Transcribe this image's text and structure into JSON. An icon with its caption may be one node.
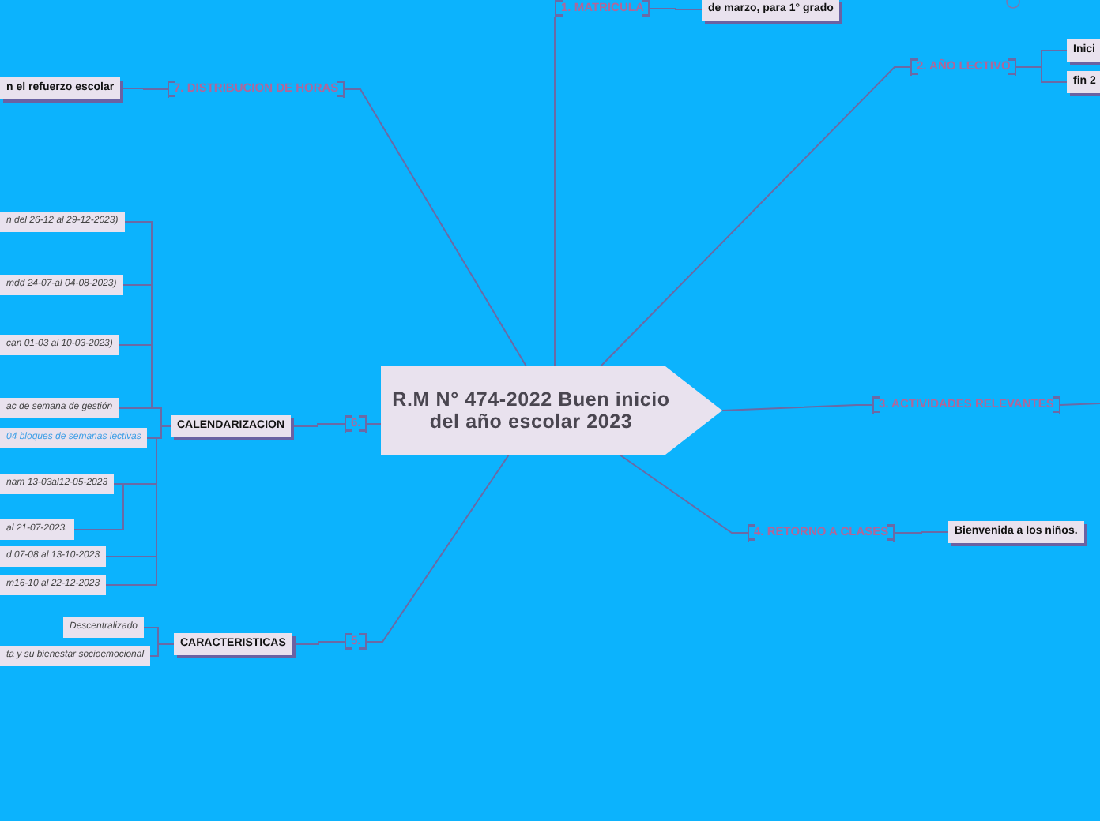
{
  "diagram": {
    "nodes": [
      {
        "text": [
          "1. MATRICULA"
        ]
      },
      {
        "text": [
          "de marzo, para 1° grado"
        ]
      },
      {
        "text": [
          "n el refuerzo escolar"
        ]
      },
      {
        "text": [
          "7. DISTRIBUCION DE HORAS"
        ]
      },
      {
        "text": [
          "2. AÑO LECTIVO"
        ]
      },
      {
        "text": [
          "Inici"
        ]
      },
      {
        "text": [
          "fin 2"
        ]
      },
      {
        "text": [
          "n del 26-12 al 29-12-2023)"
        ]
      },
      {
        "text": [
          "mdd 24-07-al 04-08-2023)"
        ]
      },
      {
        "text": [
          "can 01-03 al 10-03-2023)"
        ]
      },
      {
        "text": [
          "R.M N° 474-2022 Buen inicio del año escolar 2023"
        ]
      },
      {
        "text": [
          "3. ACTIVIDADES RELEVANTES"
        ]
      },
      {
        "text": [
          "ac de semana de gestión"
        ]
      },
      {
        "text": [
          "CALENDARIZACION"
        ]
      },
      {
        "text": [
          "6."
        ]
      },
      {
        "text": [
          "04 bloques de semanas lectivas"
        ]
      },
      {
        "text": [
          "nam 13-03al12-05-2023"
        ]
      },
      {
        "text": [
          "al 21-07-2023."
        ]
      },
      {
        "text": [
          "4. RETORNO A CLASES"
        ]
      },
      {
        "text": [
          "Bienvenida a los niños."
        ]
      },
      {
        "text": [
          "d 07-08 al 13-10-2023"
        ]
      },
      {
        "text": [
          "m16-10 al 22-12-2023"
        ]
      },
      {
        "text": [
          "Descentralizado"
        ]
      },
      {
        "text": [
          "CARACTERISTICAS"
        ]
      },
      {
        "text": [
          "5."
        ]
      },
      {
        "text": [
          "ta y su bienestar socioemocional"
        ]
      }
    ],
    "edges": [
      {
        "from": 10,
        "to": 0,
        "arrow": "none"
      },
      {
        "from": 0,
        "to": 1,
        "arrow": "none"
      },
      {
        "from": 10,
        "to": 3,
        "arrow": "none"
      },
      {
        "from": 3,
        "to": 2,
        "arrow": "none"
      },
      {
        "from": 10,
        "to": 4,
        "arrow": "none"
      },
      {
        "from": 4,
        "to": 5,
        "arrow": "none"
      },
      {
        "from": 4,
        "to": 6,
        "arrow": "none"
      },
      {
        "from": 10,
        "to": 11,
        "arrow": "none"
      },
      {
        "from": 11,
        "to": null,
        "arrow": "none"
      },
      {
        "from": 10,
        "to": 18,
        "arrow": "none"
      },
      {
        "from": 18,
        "to": 19,
        "arrow": "none"
      },
      {
        "from": 10,
        "to": 14,
        "arrow": "none"
      },
      {
        "from": 14,
        "to": 13,
        "arrow": "none"
      },
      {
        "from": 13,
        "to": 12,
        "arrow": "none"
      },
      {
        "from": 13,
        "to": 15,
        "arrow": "none"
      },
      {
        "from": 12,
        "to": 7,
        "arrow": "none"
      },
      {
        "from": 12,
        "to": 8,
        "arrow": "none"
      },
      {
        "from": 12,
        "to": 9,
        "arrow": "none"
      },
      {
        "from": 15,
        "to": 16,
        "arrow": "none"
      },
      {
        "from": 15,
        "to": 20,
        "arrow": "none"
      },
      {
        "from": 15,
        "to": 21,
        "arrow": "none"
      },
      {
        "from": 16,
        "to": 17,
        "arrow": "none"
      },
      {
        "from": 10,
        "to": 24,
        "arrow": "none"
      },
      {
        "from": 24,
        "to": 23,
        "arrow": "none"
      },
      {
        "from": 23,
        "to": 22,
        "arrow": "none"
      },
      {
        "from": 23,
        "to": 25,
        "arrow": "none"
      }
    ]
  }
}
